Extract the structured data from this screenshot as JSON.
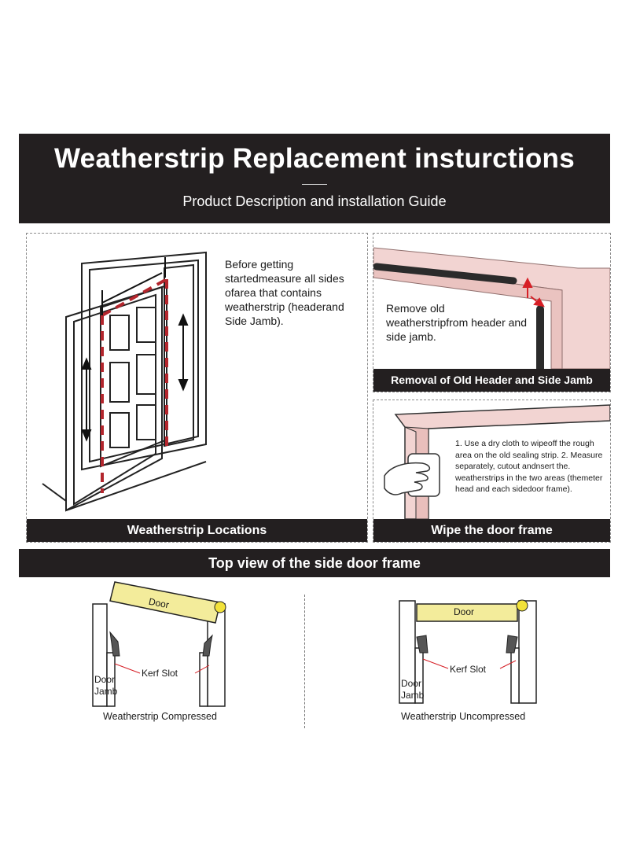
{
  "header": {
    "title": "Weatherstrip Replacement insturctions",
    "subtitle": "Product Description and installation Guide"
  },
  "panel_locations": {
    "text": "Before getting startedmeasure all sides ofarea that contains weatherstrip (headerand Side Jamb).",
    "label": "Weatherstrip Locations"
  },
  "panel_removal": {
    "text": "Remove old weatherstripfrom header and side jamb.",
    "label": "Removal of Old Header and Side Jamb"
  },
  "panel_wipe": {
    "text": "1. Use a dry cloth to wipeoff the rough area on the old sealing strip. 2. Measure separately, cutout andnsert the. weatherstrips in the two areas (themeter head and each sidedoor frame).",
    "label": "Wipe the door frame"
  },
  "top_view": {
    "title": "Top view of the side door frame",
    "left": {
      "door_label": "Door",
      "kerf_label": "Kerf Slot",
      "jamb_label_1": "Door",
      "jamb_label_2": "Jamb",
      "caption": "Weatherstrip Compressed"
    },
    "right": {
      "door_label": "Door",
      "kerf_label": "Kerf Slot",
      "jamb_label_1": "Door",
      "jamb_label_2": "Jamb",
      "caption": "Weatherstrip Uncompressed"
    }
  },
  "colors": {
    "dark": "#231f20",
    "strip_red": "#b3262d",
    "frame_pink": "#f2d4d2",
    "door_yellow": "#f3ec9b",
    "hinge_yellow": "#f2e23a"
  }
}
